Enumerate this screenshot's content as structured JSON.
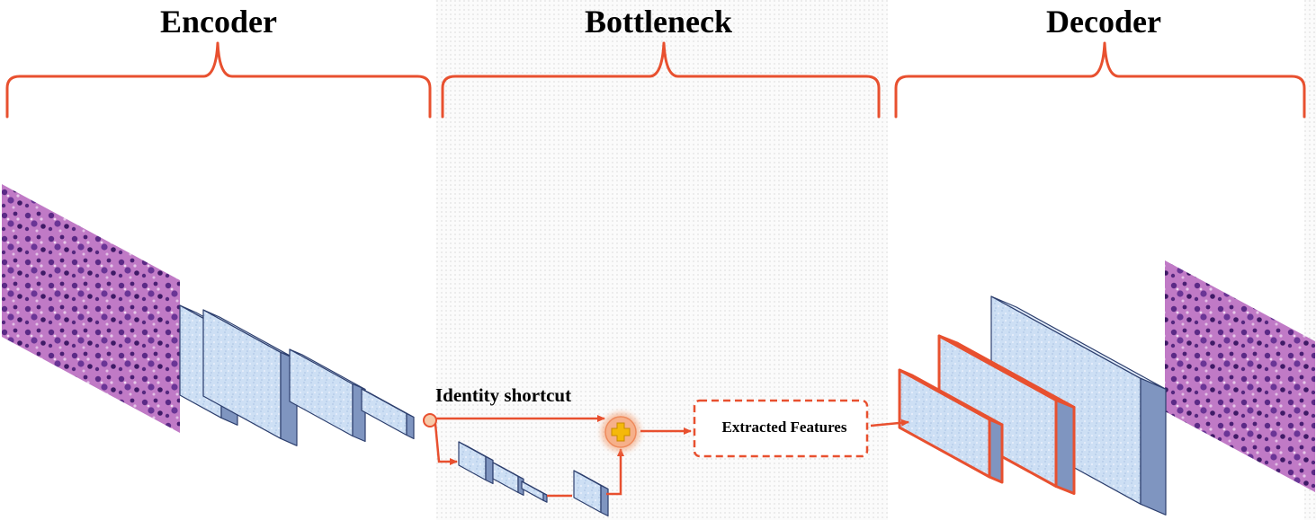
{
  "sections": {
    "encoder": "Encoder",
    "bottleneck": "Bottleneck",
    "decoder": "Decoder"
  },
  "labels": {
    "shortcut": "Identity shortcut",
    "features": "Extracted Features"
  },
  "colors": {
    "accent": "#e8502f",
    "block_front": "#cfe0f5",
    "block_side": "#7f95c0",
    "block_top": "#e4eefb",
    "block_edge": "#2d3f6e",
    "tissue": "#b05ab8",
    "plus": "#f5b90a"
  }
}
